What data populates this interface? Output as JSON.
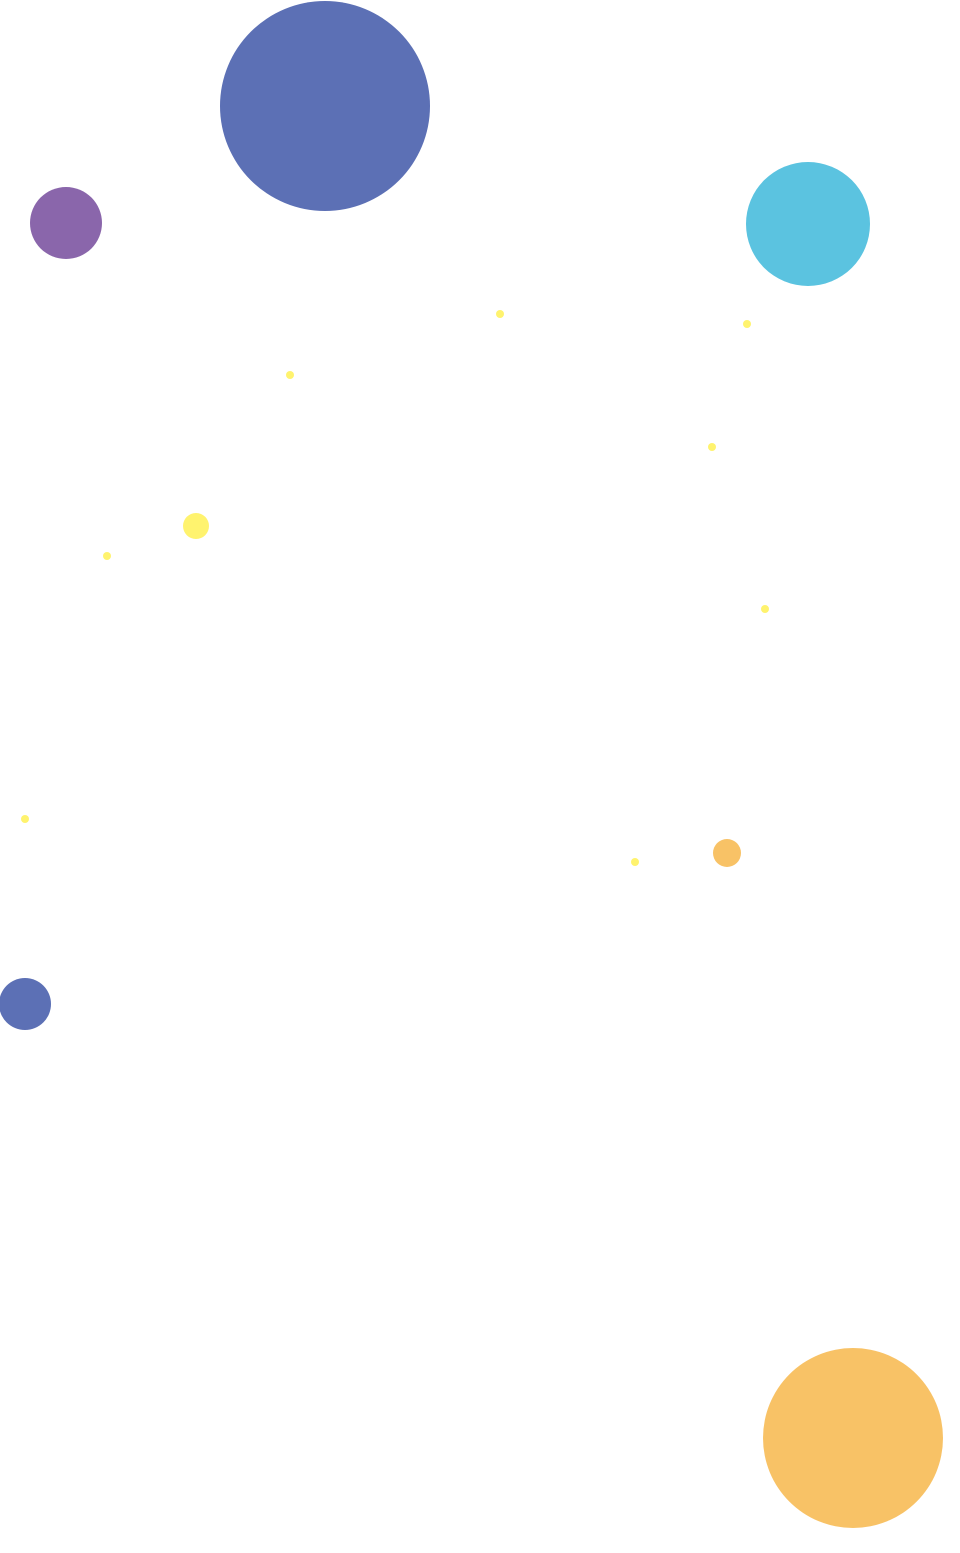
{
  "background_color": "#ffffff",
  "palette": {
    "indigo": "#5c70b5",
    "purple": "#8a66ab",
    "cyan": "#5bc3e0",
    "amber": "#f8c266",
    "yellow": "#fff36e"
  },
  "shapes": [
    {
      "name": "large-indigo-circle",
      "color": "indigo"
    },
    {
      "name": "purple-circle",
      "color": "purple"
    },
    {
      "name": "cyan-circle",
      "color": "cyan"
    },
    {
      "name": "small-indigo-circle",
      "color": "indigo"
    },
    {
      "name": "large-amber-circle",
      "color": "amber"
    },
    {
      "name": "small-amber-dot",
      "color": "amber"
    },
    {
      "name": "yellow-dot",
      "color": "yellow"
    },
    {
      "name": "tiny-yellow-dot-1",
      "color": "yellow"
    },
    {
      "name": "tiny-yellow-dot-2",
      "color": "yellow"
    },
    {
      "name": "tiny-yellow-dot-3",
      "color": "yellow"
    },
    {
      "name": "tiny-yellow-dot-4",
      "color": "yellow"
    },
    {
      "name": "tiny-yellow-dot-5",
      "color": "yellow"
    },
    {
      "name": "tiny-yellow-dot-6",
      "color": "yellow"
    },
    {
      "name": "tiny-yellow-dot-7",
      "color": "yellow"
    },
    {
      "name": "tiny-yellow-dot-8",
      "color": "yellow"
    },
    {
      "name": "tiny-yellow-dot-9",
      "color": "yellow"
    }
  ]
}
